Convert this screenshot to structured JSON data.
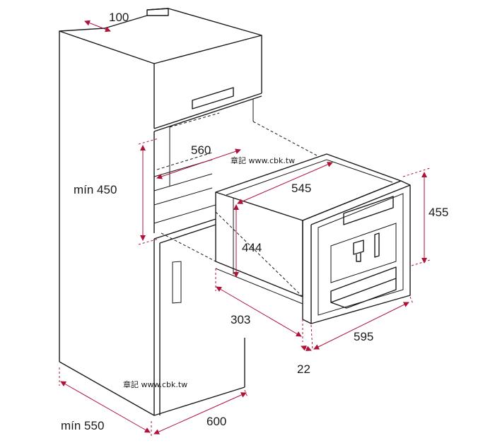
{
  "labels": {
    "d100": "100",
    "d560": "560",
    "d545": "545",
    "d455": "455",
    "dmin450": "mín 450",
    "d444": "444",
    "d303": "303",
    "d595": "595",
    "d22": "22",
    "dmin550": "mín 550",
    "d600": "600"
  },
  "watermark": "章記 www.cbk.tw",
  "colors": {
    "line": "#1a1a1a",
    "dimension": "#b0123a"
  }
}
